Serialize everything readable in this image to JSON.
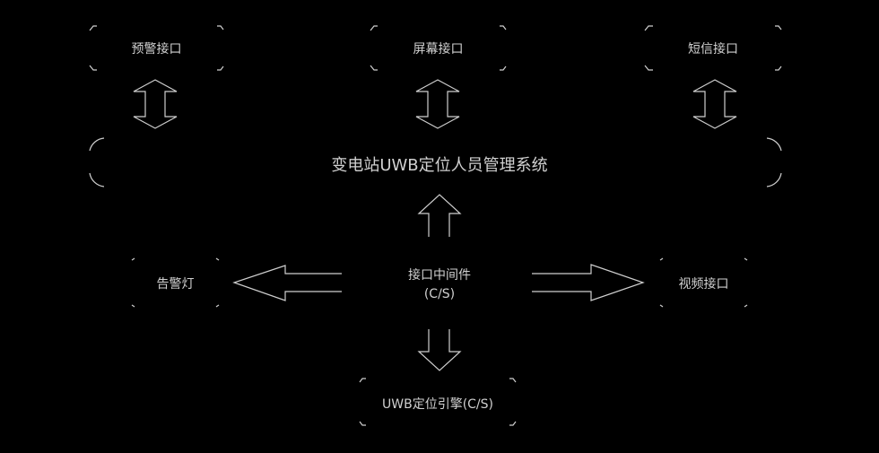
{
  "nodes": {
    "alert_interface": "预警接口",
    "screen_interface": "屏幕接口",
    "sms_interface": "短信接口",
    "main_system": "变电站UWB定位人员管理系统",
    "alarm_light": "告警灯",
    "middleware_line1": "接口中间件",
    "middleware_line2": "(C/S)",
    "video_interface": "视频接口",
    "positioning_engine": "UWB定位引擎(C/S)"
  },
  "colors": {
    "background": "#000000",
    "stroke": "#d0d0d0",
    "text": "#d0d0d0"
  }
}
